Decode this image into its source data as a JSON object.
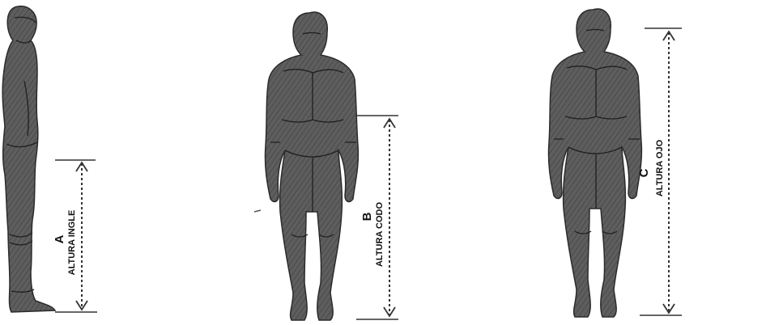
{
  "measurements": [
    {
      "letter": "A",
      "label": "ALTURA INGLE",
      "view": "side"
    },
    {
      "letter": "B",
      "label": "ALTURA CODO",
      "view": "front"
    },
    {
      "letter": "C",
      "label": "ALTURA OJO",
      "view": "front"
    }
  ],
  "colors": {
    "figure": "#5e5e5e",
    "figure_outline": "#2b2b2b",
    "figure_lines": "#1f1f1f",
    "dimension_line": "#333333",
    "background": "#ffffff"
  }
}
